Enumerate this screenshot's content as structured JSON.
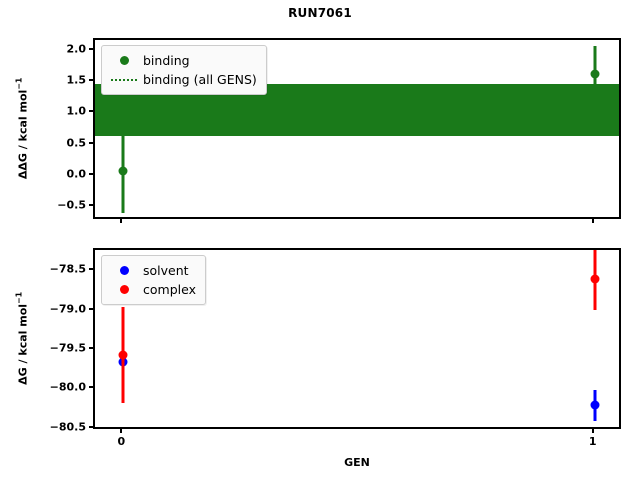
{
  "figure": {
    "title": "RUN7061",
    "xlabel": "GEN",
    "background": "#ffffff"
  },
  "colors": {
    "binding_green": "#1a7a1a",
    "solvent_blue": "#0000ff",
    "complex_red": "#ff0000",
    "axis_black": "#000000"
  },
  "top_panel": {
    "ylabel_main": "G / kcal mol",
    "ylabel_prefix": "ΔΔ",
    "ylabel_sup": "−1",
    "ytick_labels": [
      "2.0",
      "1.5",
      "1.0",
      "0.5",
      "0.0",
      "−0.5"
    ],
    "legend": [
      {
        "label": "binding",
        "key": "circle",
        "color": "#1a7a1a"
      },
      {
        "label": "binding (all GENS)",
        "key": "dotted-line",
        "color": "#1a7a1a"
      }
    ]
  },
  "bottom_panel": {
    "ylabel_main": "G / kcal mol",
    "ylabel_prefix": "Δ",
    "ylabel_sup": "−1",
    "ytick_labels": [
      "−78.5",
      "−79.0",
      "−79.5",
      "−80.0",
      "−80.5"
    ],
    "legend": [
      {
        "label": "solvent",
        "key": "circle",
        "color": "#0000ff"
      },
      {
        "label": "complex",
        "key": "circle",
        "color": "#ff0000"
      }
    ]
  },
  "xtick_labels": [
    "0",
    "1"
  ],
  "chart_data": [
    {
      "type": "scatter",
      "panel": "top",
      "title": "RUN7061",
      "xlabel": "GEN",
      "ylabel": "ΔΔG / kcal mol⁻¹",
      "xlim": [
        -0.06,
        1.06
      ],
      "ylim": [
        -0.72,
        2.17
      ],
      "xticks": [
        0,
        1
      ],
      "yticks": [
        2.0,
        1.5,
        1.0,
        0.5,
        0.0,
        -0.5
      ],
      "grid": false,
      "legend_position": "upper left",
      "series": [
        {
          "name": "binding",
          "color": "#1a7a1a",
          "marker": "circle",
          "x": [
            0,
            1
          ],
          "y": [
            0.08,
            1.62
          ],
          "yerr_low": [
            -0.6,
            1.17
          ],
          "yerr_high": [
            0.78,
            2.07
          ]
        },
        {
          "name": "binding (all GENS)",
          "color": "#1a7a1a",
          "style": "dotted-line-with-band",
          "value": 1.05,
          "band_low": 0.63,
          "band_high": 1.46
        }
      ]
    },
    {
      "type": "scatter",
      "panel": "bottom",
      "xlabel": "GEN",
      "ylabel": "ΔG / kcal mol⁻¹",
      "xlim": [
        -0.06,
        1.06
      ],
      "ylim": [
        -80.53,
        -78.23
      ],
      "xticks": [
        0,
        1
      ],
      "yticks": [
        -78.5,
        -79.0,
        -79.5,
        -80.0,
        -80.5
      ],
      "grid": false,
      "legend_position": "upper left",
      "series": [
        {
          "name": "solvent",
          "color": "#0000ff",
          "marker": "circle",
          "x": [
            0,
            1
          ],
          "y": [
            -79.65,
            -80.2
          ],
          "yerr_low": [
            -79.95,
            -80.4
          ],
          "yerr_high": [
            -79.37,
            -80.01
          ]
        },
        {
          "name": "complex",
          "color": "#ff0000",
          "marker": "circle",
          "x": [
            0,
            1
          ],
          "y": [
            -79.57,
            -78.6
          ],
          "yerr_low": [
            -80.18,
            -78.99
          ],
          "yerr_high": [
            -78.95,
            -78.22
          ]
        }
      ]
    }
  ]
}
